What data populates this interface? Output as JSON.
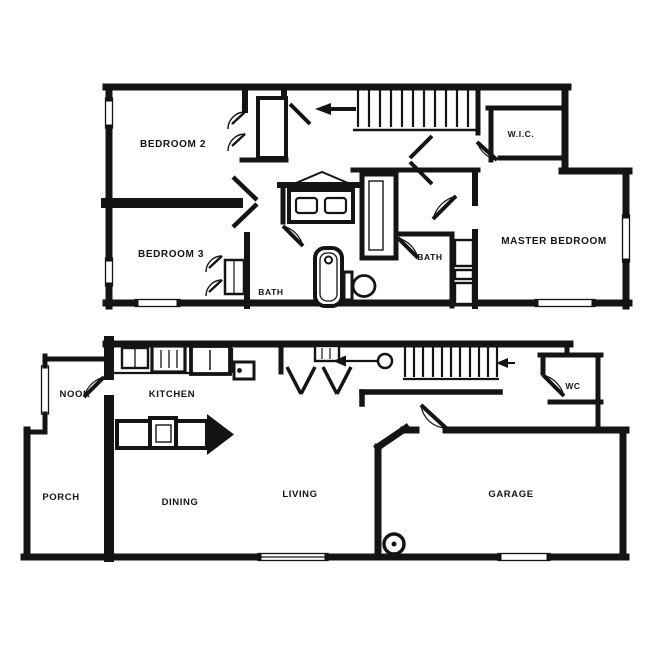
{
  "drawing": {
    "type": "two-story house floor plan",
    "background_color": "#ffffff",
    "line_color": "#141414"
  },
  "floors": {
    "upper": {
      "labels": {
        "bedroom2": "BEDROOM 2",
        "bedroom3": "BEDROOM 3",
        "master": "MASTER BEDROOM",
        "wic": "W.I.C.",
        "bath_hall": "BATH",
        "bath_master": "BATH"
      }
    },
    "lower": {
      "labels": {
        "nook": "NOOK",
        "kitchen": "KITCHEN",
        "porch": "PORCH",
        "dining": "DINING",
        "living": "LIVING",
        "garage": "GARAGE",
        "wc": "WC"
      }
    }
  }
}
